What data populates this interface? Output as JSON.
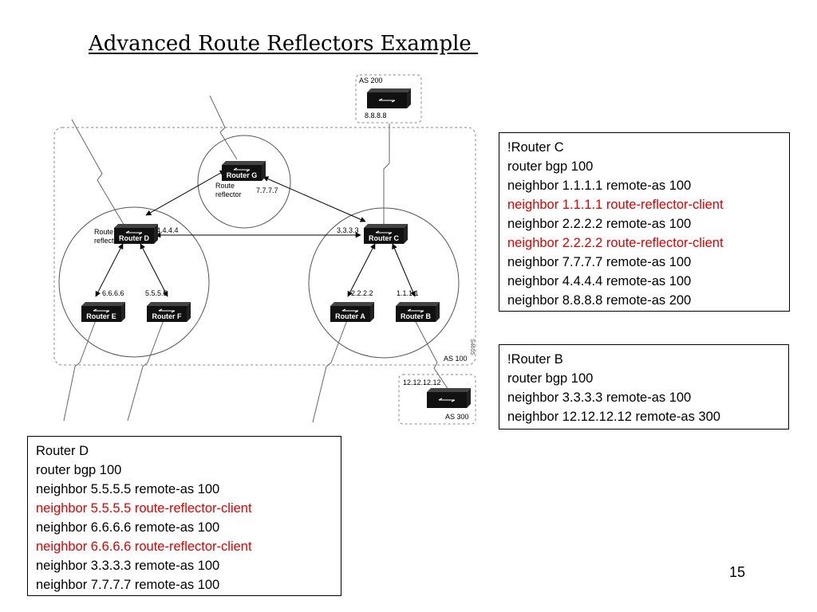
{
  "title": "Advanced Route Reflectors Example ",
  "diagram": {
    "as_labels": {
      "as100": "AS 100",
      "as200": "AS 200",
      "as300": "AS 300"
    },
    "figure_id": "S4605",
    "routers": {
      "G": {
        "label": "Router G",
        "ip": "7.7.7.7",
        "role": "Route reflector"
      },
      "D": {
        "label": "Router D",
        "ip": "4.4.4.4",
        "role": "Route reflector"
      },
      "C": {
        "label": "Router C",
        "ip": "3.3.3.3"
      },
      "E": {
        "label": "Router E",
        "ip": "6.6.6.6"
      },
      "F": {
        "label": "Router F",
        "ip": "5.5.5.5"
      },
      "A": {
        "label": "Router A",
        "ip": "2.2.2.2"
      },
      "B": {
        "label": "Router B",
        "ip": "1.1.1.1"
      },
      "AS200": {
        "ip": "8.8.8.8"
      },
      "AS300": {
        "ip": "12.12.12.12"
      }
    }
  },
  "config_c": [
    {
      "text": "!Router C",
      "highlight": false
    },
    {
      "text": "router bgp 100",
      "highlight": false
    },
    {
      "text": "neighbor 1.1.1.1 remote-as 100",
      "highlight": false
    },
    {
      "text": "neighbor 1.1.1.1 route-reflector-client",
      "highlight": true
    },
    {
      "text": "neighbor 2.2.2.2 remote-as 100",
      "highlight": false
    },
    {
      "text": "neighbor 2.2.2.2 route-reflector-client",
      "highlight": true
    },
    {
      "text": "neighbor 7.7.7.7 remote-as 100",
      "highlight": false
    },
    {
      "text": "neighbor 4.4.4.4 remote-as 100",
      "highlight": false
    },
    {
      "text": "neighbor 8.8.8.8 remote-as 200",
      "highlight": false
    }
  ],
  "config_b": [
    {
      "text": "!Router B",
      "highlight": false
    },
    {
      "text": "router bgp 100",
      "highlight": false
    },
    {
      "text": "neighbor 3.3.3.3 remote-as 100",
      "highlight": false
    },
    {
      "text": "neighbor 12.12.12.12 remote-as 300",
      "highlight": false
    }
  ],
  "config_d": [
    {
      "text": "Router D",
      "highlight": false
    },
    {
      "text": "router bgp 100",
      "highlight": false
    },
    {
      "text": "neighbor 5.5.5.5 remote-as 100",
      "highlight": false
    },
    {
      "text": "neighbor 5.5.5.5 route-reflector-client",
      "highlight": true
    },
    {
      "text": "neighbor 6.6.6.6 remote-as 100",
      "highlight": false
    },
    {
      "text": "neighbor 6.6.6.6 route-reflector-client",
      "highlight": true
    },
    {
      "text": "neighbor 3.3.3.3 remote-as 100",
      "highlight": false
    },
    {
      "text": "neighbor 7.7.7.7 remote-as 100",
      "highlight": false
    }
  ],
  "page_number": "15",
  "colors": {
    "highlight": "#e00000",
    "text": "#000000",
    "router": "#111111"
  }
}
